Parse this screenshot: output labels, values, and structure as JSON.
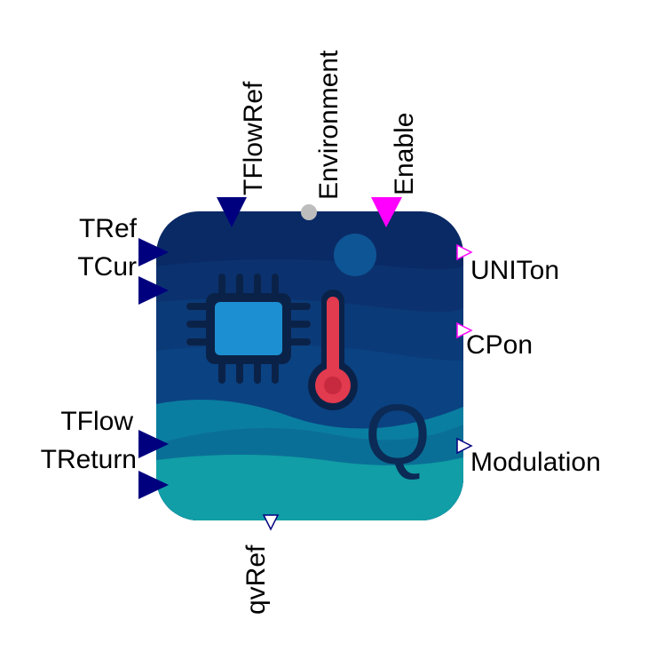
{
  "block": {
    "icon_symbol": "Q",
    "icons": [
      "cpu-chip-icon",
      "thermometer-icon"
    ],
    "colors": {
      "background_top": "#0a2a66",
      "background_mid": "#0b3f7a",
      "wave_light": "#0a7ea0",
      "wave_teal": "#119ea6",
      "chip": "#1b8fd1",
      "thermometer": "#e23a4e",
      "letter_q": "#0b2a55",
      "moon": "#0e5595"
    }
  },
  "ports": {
    "inputs_left": [
      "TRef",
      "TCur",
      "TFlow",
      "TReturn"
    ],
    "input_top_flow": "TFlowRef",
    "input_top_env": "Environment",
    "input_top_enable": "Enable",
    "input_bottom": "qvRef",
    "outputs_right": [
      "UNITon",
      "CPon",
      "Modulation"
    ],
    "colors": {
      "real_input": "#00007f",
      "boolean_input": "#ff00ff",
      "boolean_output": "#ff00ff",
      "real_output": "#00007f",
      "environment": "#bdbdbd"
    }
  }
}
